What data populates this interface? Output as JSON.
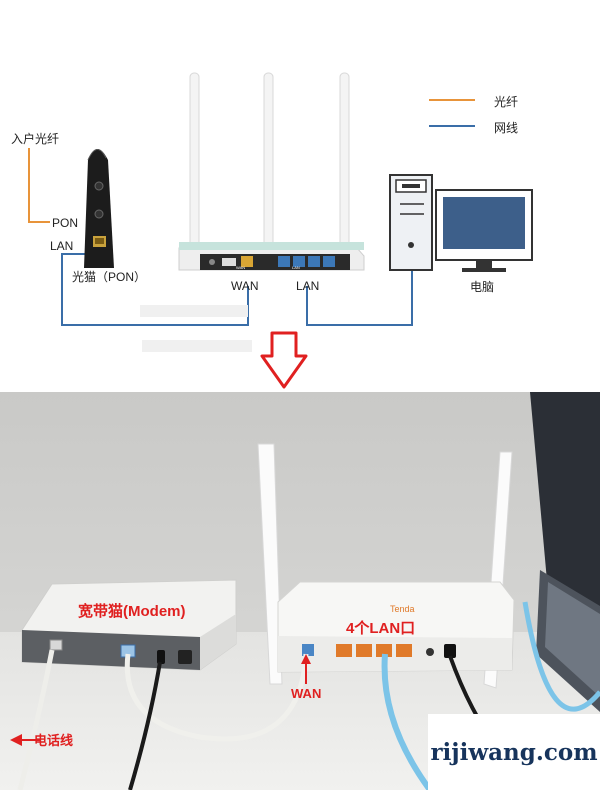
{
  "legend": {
    "fiber_label": "光纤",
    "network_label": "网线",
    "fiber_color": "#e8943a",
    "network_color": "#3a6ea8"
  },
  "diagram": {
    "incoming_fiber": "入户光纤",
    "pon": "PON",
    "lan_left": "LAN",
    "optical_modem": "光猫（PON）",
    "router_wan": "WAN",
    "router_lan": "LAN",
    "computer": "电脑",
    "router_panel_labels": [
      "WAN",
      "LAN"
    ],
    "arrow_icon": "down-arrow-icon"
  },
  "photo": {
    "modem_label": "宽带猫(Modem)",
    "lan_ports_label": "4个LAN口",
    "wan_label": "WAN",
    "phone_line_label": "电话线",
    "router_brand": "Tenda",
    "label_color": "#e02020"
  },
  "watermark": {
    "text": "rijiwang.com"
  }
}
